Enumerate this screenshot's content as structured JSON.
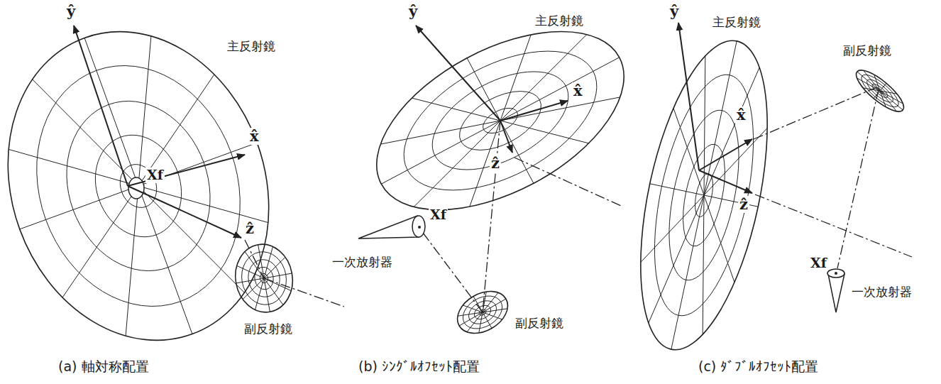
{
  "diagram": {
    "labels": [
      "ŷ",
      "主反射鏡",
      "x̂",
      "Xf",
      "ẑ",
      "副反射鏡",
      "(a) 軸対称配置",
      "ŷ",
      "主反射鏡",
      "x̂",
      "ẑ",
      "Xf",
      "一次放射器",
      "副反射鏡",
      "(b) ｼﾝｸﾞﾙｵﾌｾｯﾄ配置",
      "ŷ",
      "主反射鏡",
      "副反射鏡",
      "x̂",
      "ẑ",
      "Xf",
      "一次放射器",
      "(c) ﾀﾞﾌﾞﾙｵﾌｾｯﾄ配置"
    ]
  }
}
